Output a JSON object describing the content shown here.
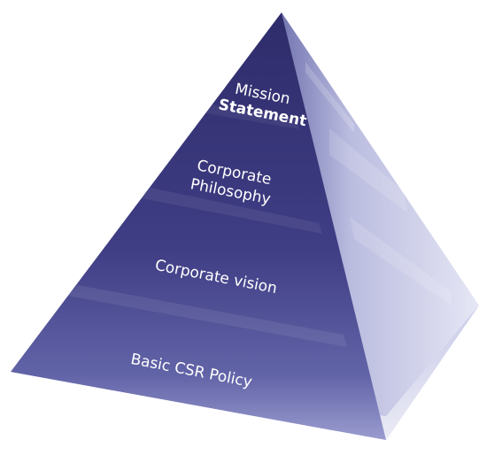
{
  "diagram": {
    "levels": [
      {
        "id": "mission",
        "lines": [
          "Mission",
          "Statement"
        ]
      },
      {
        "id": "philosophy",
        "lines": [
          "Corporate",
          "Philosophy"
        ]
      },
      {
        "id": "vision",
        "lines": [
          "Corporate vision"
        ]
      },
      {
        "id": "policy",
        "lines": [
          "Basic CSR Policy"
        ]
      }
    ],
    "colors": {
      "front_face_top": "#2f2c6b",
      "front_face_bottom": "#8a8cc4",
      "side_face": "#c9cbe6",
      "bottom_edge": "#e2e3f2",
      "text": "#ffffff"
    }
  }
}
